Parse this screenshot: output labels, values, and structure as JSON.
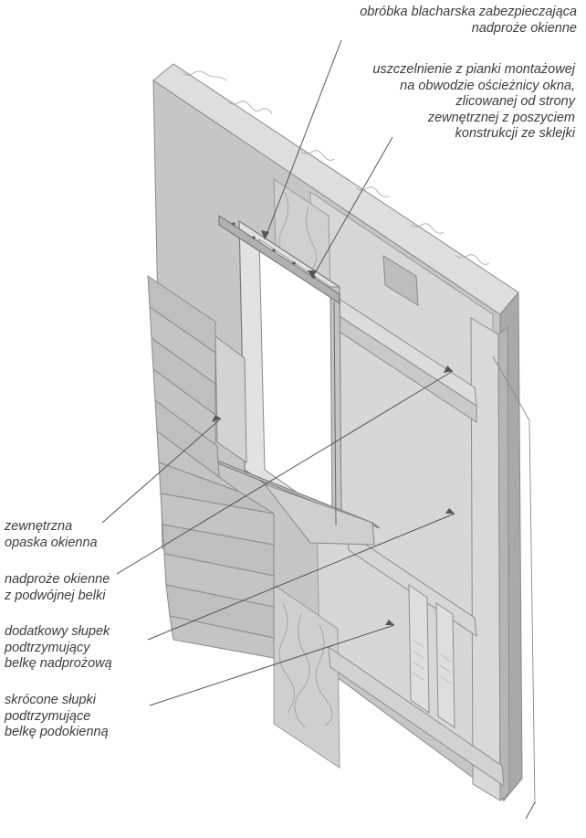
{
  "labels": {
    "flashing": [
      "obróbka blacharska zabezpieczająca",
      "nadproże okienne"
    ],
    "foam_seal": [
      "uszczelnienie z pianki montażowej",
      "na obwodzie ościeżnicy okna,",
      "zlicowanej od strony",
      "zewnętrznej z poszyciem",
      "konstrukcji ze sklejki"
    ],
    "exterior_trim": [
      "zewnętrzna",
      "opaska okienna"
    ],
    "double_header": [
      "nadproże okienne",
      "z podwójnej belki"
    ],
    "jack_stud": [
      "dodatkowy słupek",
      "podtrzymujący",
      "belkę nadprożową"
    ],
    "cripple_studs": [
      "skrócone słupki",
      "podtrzymujące",
      "belkę podokienną"
    ]
  },
  "colors": {
    "ink": "#3c3c3c",
    "wall_face": "#c9c9c9",
    "wall_shadow": "#b4b4b4",
    "timber": "#dadada",
    "timber_dark": "#bdbdbd",
    "insulation": "#e6e6e6",
    "plywood": "#d2d2d2"
  }
}
